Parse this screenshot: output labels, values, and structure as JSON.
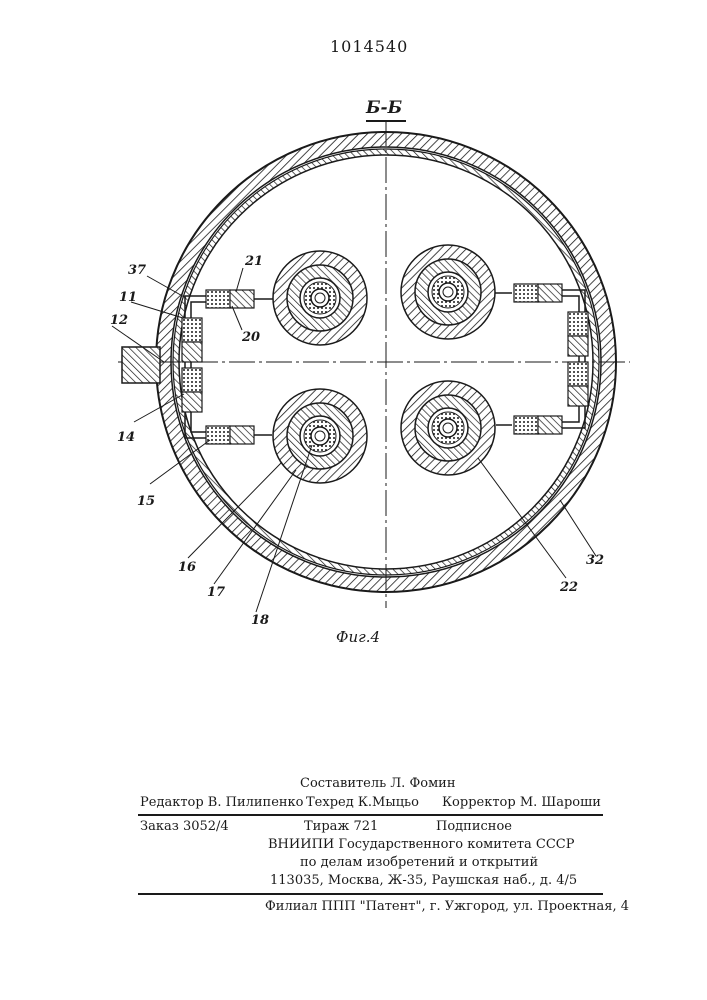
{
  "header": {
    "patent_number": "1014540"
  },
  "figure": {
    "section_label": "Б-Б",
    "caption": "Фиг.4",
    "callouts": [
      "21",
      "37",
      "11",
      "20",
      "12",
      "14",
      "15",
      "16",
      "17",
      "18",
      "22",
      "32"
    ]
  },
  "colophon": {
    "compiler": "Составитель Л. Фомин",
    "editor": "Редактор В. Пилипенко",
    "techred": "Техред К.Мыцьо",
    "corrector": "Корректор М. Шароши",
    "order": "Заказ 3052/4",
    "circulation": "Тираж 721",
    "subscription": "Подписное",
    "org_line1": "ВНИИПИ Государственного комитета СССР",
    "org_line2": "по делам изобретений и открытий",
    "address": "113035, Москва, Ж-35, Раушская наб., д. 4/5",
    "branch": "Филиал ППП \"Патент\", г. Ужгород, ул. Проектная, 4"
  }
}
